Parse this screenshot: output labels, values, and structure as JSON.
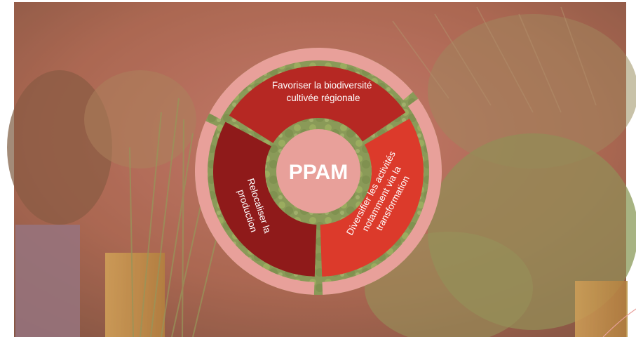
{
  "diagram": {
    "center_label": "PPAM",
    "segments": [
      {
        "lines": [
          "Favoriser la biodiversité",
          "cultivée régionale"
        ],
        "color": "#b62823"
      },
      {
        "lines": [
          "Diversifier les activités",
          "notamment via la",
          "transformation"
        ],
        "color": "#dc3a2b"
      },
      {
        "lines": [
          "Relocaliser la",
          "production"
        ],
        "color": "#8f1a1a"
      }
    ],
    "colors": {
      "outer_ring": "#e8a09a",
      "inner_disc": "#e8a09a",
      "background_tint": "#b86050"
    }
  }
}
